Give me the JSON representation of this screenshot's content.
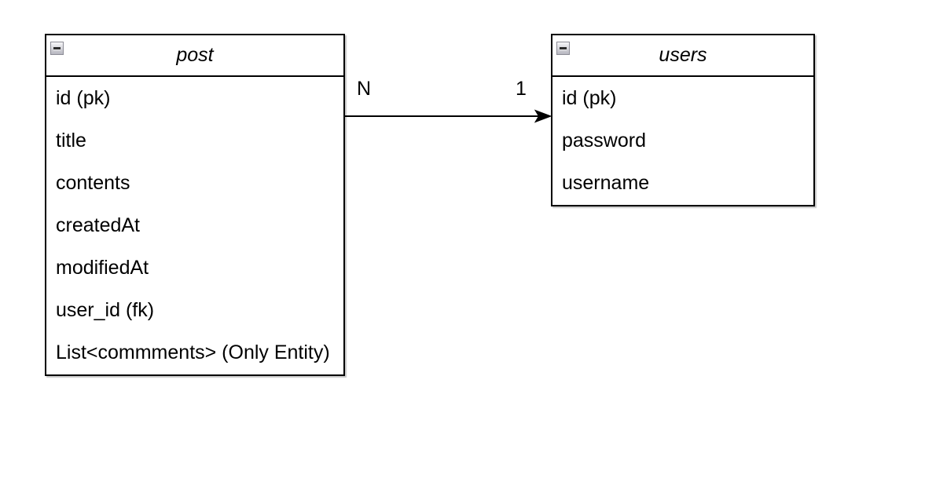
{
  "diagram": {
    "background_color": "#ffffff",
    "border_color": "#000000",
    "text_color": "#000000",
    "entities": [
      {
        "name": "post",
        "collapse_icon": "minus",
        "fields": [
          "id (pk)",
          "title",
          "contents",
          "createdAt",
          "modifiedAt",
          "user_id (fk)",
          "List<commments> (Only Entity)"
        ]
      },
      {
        "name": "users",
        "collapse_icon": "minus",
        "fields": [
          "id (pk)",
          "password",
          "username"
        ]
      }
    ],
    "relationship": {
      "from": "post",
      "to": "users",
      "source_label": "N",
      "target_label": "1",
      "arrow_color": "#000000"
    }
  }
}
